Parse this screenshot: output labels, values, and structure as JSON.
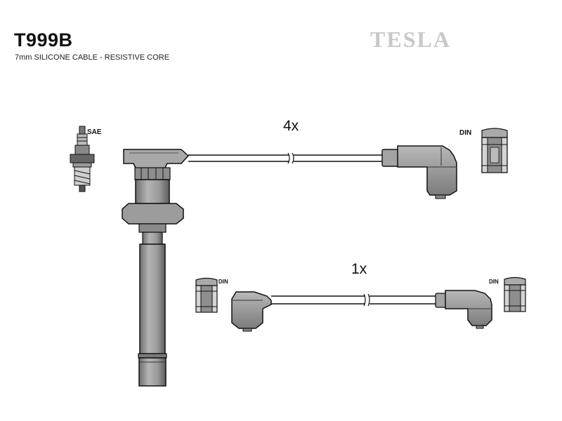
{
  "header": {
    "code": "T999B",
    "description": "7mm SILICONE CABLE - RESISTIVE CORE",
    "brand": "TESLA"
  },
  "diagram": {
    "spark_plug_label": "SAE",
    "din_label": "DIN",
    "long_lead_qty": "4x",
    "short_lead_qty": "1x"
  },
  "colors": {
    "part_fill": "#a0a0a0",
    "part_dark": "#5a5a5a",
    "outline": "#111111",
    "brand": "#c8c8c8"
  },
  "icons": [
    "spark-plug-icon",
    "din-connector-icon"
  ]
}
